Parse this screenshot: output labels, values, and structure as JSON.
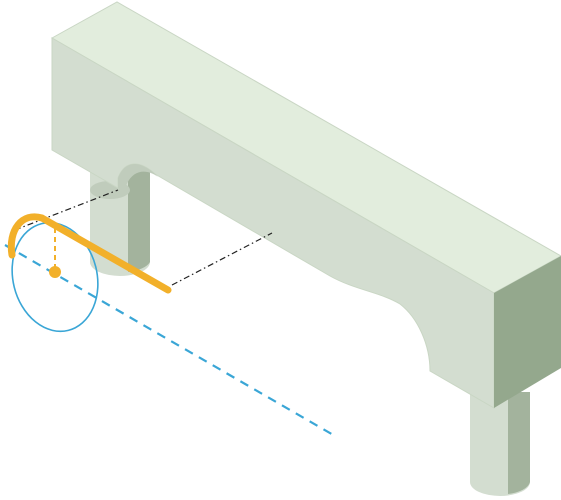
{
  "colors": {
    "block_top": "#e2eddd",
    "block_front": "#d3ddd0",
    "block_side": "#94a88d",
    "block_stroke": "#c9d6c4",
    "leg_light": "#d3ddd0",
    "leg_mid": "#c0ccbc",
    "leg_dark": "#a3b39d",
    "handle": "#f2b02a",
    "axis": "#3aa6d6",
    "ellipse": "#3aa6d6",
    "dashdot": "#222222"
  },
  "icons": {
    "block": "isometric-bridge-block",
    "handle": "bent-rod-handle",
    "circle": "rotation-ellipse",
    "axis": "rotation-axis"
  }
}
